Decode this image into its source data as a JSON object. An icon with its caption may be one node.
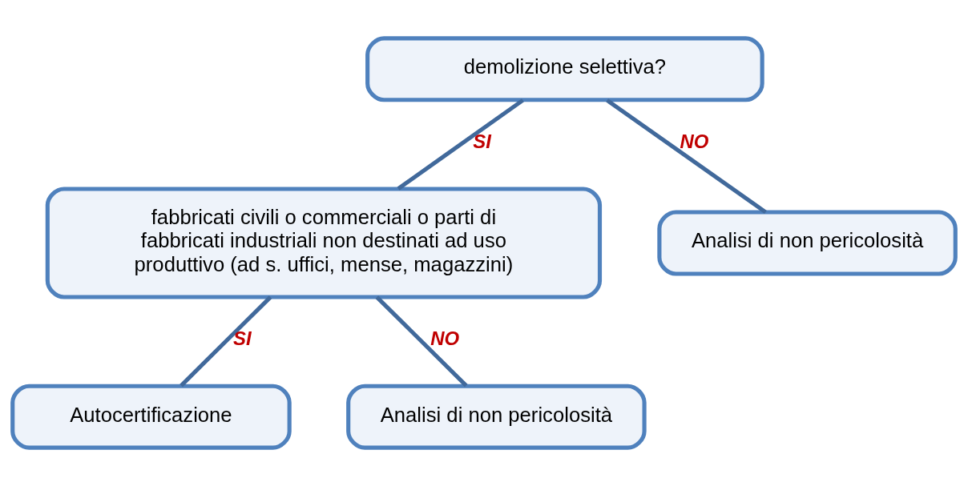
{
  "diagram": {
    "nodes": [
      {
        "text": [
          "demolizione selettiva?"
        ]
      },
      {
        "text": [
          "fabbricati civili o commerciali o parti di fabbricati industriali non destinati ad uso produttivo (ad s. uffici, mense, magazzini)"
        ]
      },
      {
        "text": [
          "Analisi di non pericolosità"
        ]
      },
      {
        "text": [
          "Autocertificazione"
        ]
      },
      {
        "text": [
          "Analisi di non pericolosità"
        ]
      }
    ],
    "edges": [
      {
        "from": 0,
        "to": 1,
        "arrow": "none",
        "label": "SI"
      },
      {
        "from": 0,
        "to": 2,
        "arrow": "none",
        "label": "NO"
      },
      {
        "from": 1,
        "to": 3,
        "arrow": "none",
        "label": "SI"
      },
      {
        "from": 1,
        "to": 4,
        "arrow": "none",
        "label": "NO"
      }
    ]
  }
}
